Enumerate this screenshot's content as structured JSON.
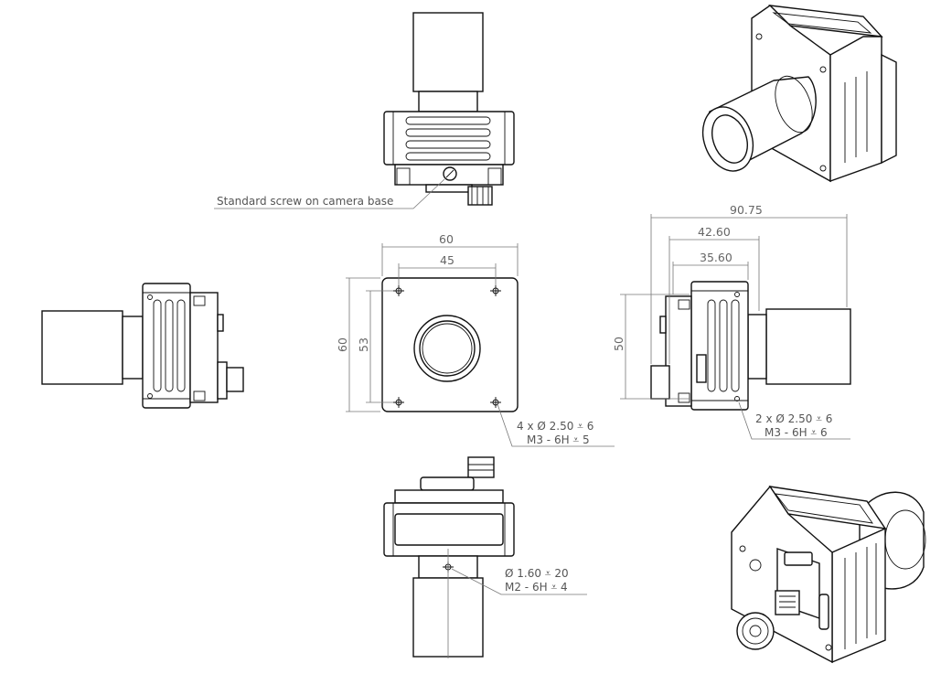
{
  "top_view": {
    "callout": "Standard screw on camera base"
  },
  "front_view": {
    "dim_width_outer": "60",
    "dim_width_inner": "45",
    "dim_height_outer": "60",
    "dim_height_inner": "53",
    "hole_note_line1": "4 x Ø 2.50 ⩡ 6",
    "hole_note_line2": "M3 - 6H ⩡ 5"
  },
  "side_view": {
    "dim_total": "90.75",
    "dim_mid": "42.60",
    "dim_short": "35.60",
    "dim_height": "50",
    "hole_note_line1": "2 x Ø 2.50 ⩡ 6",
    "hole_note_line2": "M3 - 6H ⩡ 6"
  },
  "bottom_view": {
    "hole_note_line1": "Ø 1.60 ⩡ 20",
    "hole_note_line2": "M2 - 6H ⩡ 4"
  },
  "colors": {
    "line": "#111111",
    "dimension": "#777777",
    "text": "#666666"
  }
}
